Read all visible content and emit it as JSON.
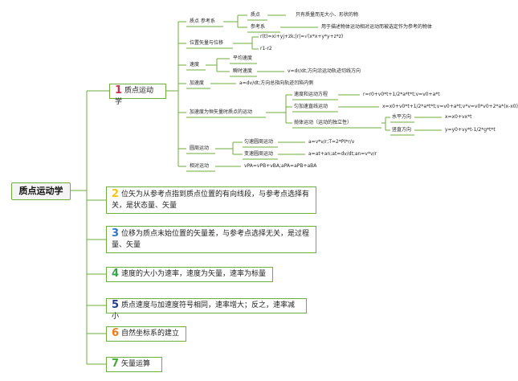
{
  "root": "质点运动学",
  "branches": [
    {
      "num": "1",
      "text": "质点运动学"
    },
    {
      "num": "2",
      "text": "位矢为从参考点指到质点位置的有向线段，与参考点选择有关，是状态量、矢量"
    },
    {
      "num": "3",
      "text": "位移为质点末始位置的矢量差，与参考点选择无关，是过程量、矢量"
    },
    {
      "num": "4",
      "text": "速度的大小为速率，速度为矢量，速率为标量"
    },
    {
      "num": "5",
      "text": "质点速度与加速度符号相同，速率增大；反之，速率减小"
    },
    {
      "num": "6",
      "text": "自然坐标系的建立"
    },
    {
      "num": "7",
      "text": "矢量运算"
    }
  ],
  "sub": {
    "zhidian_cankaoxi": "质点 参考系",
    "zhidian": "质点",
    "zhidian_def": "只有质量而无大小、形状的物",
    "cankaoxi": "参考系",
    "cankaoxi_def": "用于描述物体运动相对运动而被选定作为参考的物体",
    "weizhi": "位置矢量与位移",
    "weizhi_f1": "r(t)=xi+yj+zk;|r|=√(x*x+y*y+z*z)",
    "weizhi_f2": "r1-r2",
    "sudu": "速度",
    "pingjun": "平均速度",
    "shunshi": "瞬时速度",
    "shunshi_def": "v=dr/dt;方向沿运动轨迹切线方向",
    "jiasudu": "加速度",
    "jiasudu_def": "a=dv/dt;方向总指向轨迹凹陷内侧",
    "hengshiliang": "加速度为恒矢量时质点的运动",
    "sudu_weizhi": "速度和运动方程",
    "sudu_weizhi_f": "r=r0+v0*t+1/2*a*t*t;v=v0+a*t",
    "yunbian": "匀加速直线运动",
    "yunbian_f": "x=x0+v0*t+1/2*a*t*t;v=v0+a*t;v*v=v0*v0+2*a*(x-x0)",
    "paoti": "抛体运动（运动的独立性）",
    "shuiping": "水平方向",
    "shuiping_f": "x=x0+vx*t",
    "shuzhi": "竖直方向",
    "shuzhi_f": "y=y0+vy*t-1/2*g*t*t",
    "yuanzhou": "圆周运动",
    "yunsu_yuan": "匀速圆周运动",
    "yunsu_yuan_f": "a=v*v/r;T=2*PI*r/v",
    "biansu_yuan": "变速圆周运动",
    "biansu_yuan_f": "a=at+an;at=dv/dt;an=v*v/r",
    "xiangdui": "相对运动",
    "xiangdui_f": "vPA=vPB+vBA;aPA=aPB+aBA"
  },
  "colors": {
    "line": "#6fae3c",
    "box_border": "#6fae3c"
  }
}
